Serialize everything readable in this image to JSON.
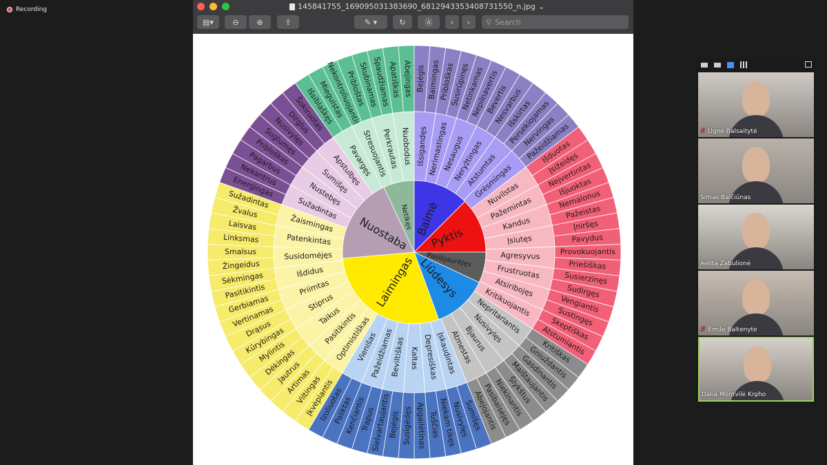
{
  "recording": {
    "label": "Recording"
  },
  "viewer": {
    "filename": "145841755_169095031383690_6812943353408731550_n.jpg",
    "search_placeholder": "Search"
  },
  "wheel": {
    "core": [
      {
        "label": "Baimė",
        "color": "#3d35e6"
      },
      {
        "label": "Pyktis",
        "color": "#ee1111"
      },
      {
        "label": "Pasibjaurėjęs",
        "color": "#5c5c5c"
      },
      {
        "label": "Liūdesys",
        "color": "#1d8ae6"
      },
      {
        "label": "Laimingas",
        "color": "#ffea00"
      },
      {
        "label": "Nuostaba",
        "color": "#b59db4"
      },
      {
        "label": "Netikęs",
        "color": "#8fb89b"
      }
    ],
    "middle": [
      {
        "label": "Išsigandęs",
        "color": "#a89cf5"
      },
      {
        "label": "Nerimastingas",
        "color": "#a89cf5"
      },
      {
        "label": "Nesaugus",
        "color": "#a89cf5"
      },
      {
        "label": "Neryžtingas",
        "color": "#a89cf5"
      },
      {
        "label": "Atstumtas",
        "color": "#a89cf5"
      },
      {
        "label": "Grėsmingas",
        "color": "#a89cf5"
      },
      {
        "label": "Nuvilstas",
        "color": "#f7b8c2"
      },
      {
        "label": "Pažemintas",
        "color": "#f7b8c2"
      },
      {
        "label": "Kandus",
        "color": "#f7b8c2"
      },
      {
        "label": "Įsiutęs",
        "color": "#f7b8c2"
      },
      {
        "label": "Agresyvus",
        "color": "#f7b8c2"
      },
      {
        "label": "Frustruotas",
        "color": "#f7b8c2"
      },
      {
        "label": "Atsiribojęs",
        "color": "#f7b8c2"
      },
      {
        "label": "Kritikuojantis",
        "color": "#f7b8c2"
      },
      {
        "label": "Nepritariantis",
        "color": "#c4c4c4"
      },
      {
        "label": "Nusivylęs",
        "color": "#c4c4c4"
      },
      {
        "label": "Bjaurus",
        "color": "#c4c4c4"
      },
      {
        "label": "Atmestas",
        "color": "#c4c4c4"
      },
      {
        "label": "Įskaudintas",
        "color": "#b8d4f2"
      },
      {
        "label": "Depresiškas",
        "color": "#b8d4f2"
      },
      {
        "label": "Kaltas",
        "color": "#b8d4f2"
      },
      {
        "label": "Beviltiškas",
        "color": "#b8d4f2"
      },
      {
        "label": "Pažeidžiamas",
        "color": "#b8d4f2"
      },
      {
        "label": "Vienišas",
        "color": "#b8d4f2"
      },
      {
        "label": "Optimistiškas",
        "color": "#fbf3a6"
      },
      {
        "label": "Pasitikintis",
        "color": "#fbf3a6"
      },
      {
        "label": "Taikus",
        "color": "#fbf3a6"
      },
      {
        "label": "Stiprus",
        "color": "#fbf3a6"
      },
      {
        "label": "Priimtas",
        "color": "#fbf3a6"
      },
      {
        "label": "Išdidus",
        "color": "#fbf3a6"
      },
      {
        "label": "Susidomėjęs",
        "color": "#fbf3a6"
      },
      {
        "label": "Patenkintas",
        "color": "#fbf3a6"
      },
      {
        "label": "Žaismingas",
        "color": "#fbf3a6"
      },
      {
        "label": "Sužadintas",
        "color": "#e8cce6"
      },
      {
        "label": "Nustebęs",
        "color": "#e8cce6"
      },
      {
        "label": "Sumišęs",
        "color": "#e8cce6"
      },
      {
        "label": "Apstulbęs",
        "color": "#e8cce6"
      },
      {
        "label": "Pavargęs",
        "color": "#c6ead6"
      },
      {
        "label": "Stresuojantis",
        "color": "#c6ead6"
      },
      {
        "label": "Perkrautas",
        "color": "#c6ead6"
      },
      {
        "label": "Nuobodus",
        "color": "#c6ead6"
      }
    ],
    "outer": [
      {
        "label": "Bejėgis",
        "color": "#8c80c4"
      },
      {
        "label": "Baimingas",
        "color": "#8c80c4"
      },
      {
        "label": "Pribloškas",
        "color": "#8c80c4"
      },
      {
        "label": "Susirūpinęs",
        "color": "#8c80c4"
      },
      {
        "label": "Netinkamas",
        "color": "#8c80c4"
      },
      {
        "label": "Nepilnavertis",
        "color": "#8c80c4"
      },
      {
        "label": "Bevertis",
        "color": "#8c80c4"
      },
      {
        "label": "Nesvarbus",
        "color": "#8c80c4"
      },
      {
        "label": "Išskirtas",
        "color": "#8c80c4"
      },
      {
        "label": "Persekiojamas",
        "color": "#8c80c4"
      },
      {
        "label": "Nervingas",
        "color": "#8c80c4"
      },
      {
        "label": "Pažeidžiamas",
        "color": "#8c80c4"
      },
      {
        "label": "Išduotas",
        "color": "#f26077"
      },
      {
        "label": "Įsižeidęs",
        "color": "#f26077"
      },
      {
        "label": "Neįvertintas",
        "color": "#f26077"
      },
      {
        "label": "Išjuoktas",
        "color": "#f26077"
      },
      {
        "label": "Nemalonus",
        "color": "#f26077"
      },
      {
        "label": "Pažeistas",
        "color": "#f26077"
      },
      {
        "label": "Įniršęs",
        "color": "#f26077"
      },
      {
        "label": "Pavydus",
        "color": "#f26077"
      },
      {
        "label": "Provokuojantis",
        "color": "#f26077"
      },
      {
        "label": "Priešiškas",
        "color": "#f26077"
      },
      {
        "label": "Susierzinęs",
        "color": "#f26077"
      },
      {
        "label": "Sudirgęs",
        "color": "#f26077"
      },
      {
        "label": "Vengiantis",
        "color": "#f26077"
      },
      {
        "label": "Sustingęs",
        "color": "#f26077"
      },
      {
        "label": "Skeptiškas",
        "color": "#f26077"
      },
      {
        "label": "Atstumiantis",
        "color": "#f26077"
      },
      {
        "label": "Kritiškas",
        "color": "#8c8c8c"
      },
      {
        "label": "Gniuždantis",
        "color": "#8c8c8c"
      },
      {
        "label": "Gasdinantis",
        "color": "#8c8c8c"
      },
      {
        "label": "Maištaujantis",
        "color": "#8c8c8c"
      },
      {
        "label": "Šlykštus",
        "color": "#8c8c8c"
      },
      {
        "label": "Niekinantis",
        "color": "#8c8c8c"
      },
      {
        "label": "Pasibaisėjęs",
        "color": "#8c8c8c"
      },
      {
        "label": "Abejojantis",
        "color": "#8c8c8c"
      },
      {
        "label": "Sumišęs",
        "color": "#4a73c0"
      },
      {
        "label": "Nusivylęs",
        "color": "#4a73c0"
      },
      {
        "label": "Niekam tikęs",
        "color": "#4a73c0"
      },
      {
        "label": "Tuščias",
        "color": "#4a73c0"
      },
      {
        "label": "Apgailėtinas",
        "color": "#4a73c0"
      },
      {
        "label": "Susigėdęs",
        "color": "#4a73c0"
      },
      {
        "label": "Bejėgis",
        "color": "#4a73c0"
      },
      {
        "label": "Sielvartaujantis",
        "color": "#4a73c0"
      },
      {
        "label": "Trapus",
        "color": "#4a73c0"
      },
      {
        "label": "Kenčiantis",
        "color": "#4a73c0"
      },
      {
        "label": "Paliktas",
        "color": "#4a73c0"
      },
      {
        "label": "Izoliuotas",
        "color": "#4a73c0"
      },
      {
        "label": "Įkvėpiantis",
        "color": "#f6eb6a"
      },
      {
        "label": "Viltingas",
        "color": "#f6eb6a"
      },
      {
        "label": "Artimas",
        "color": "#f6eb6a"
      },
      {
        "label": "Jautrus",
        "color": "#f6eb6a"
      },
      {
        "label": "Dėkingas",
        "color": "#f6eb6a"
      },
      {
        "label": "Mylintis",
        "color": "#f6eb6a"
      },
      {
        "label": "Kūrybingas",
        "color": "#f6eb6a"
      },
      {
        "label": "Drąsus",
        "color": "#f6eb6a"
      },
      {
        "label": "Vertinamas",
        "color": "#f6eb6a"
      },
      {
        "label": "Gerbiamas",
        "color": "#f6eb6a"
      },
      {
        "label": "Pasitikintis",
        "color": "#f6eb6a"
      },
      {
        "label": "Sėkmingas",
        "color": "#f6eb6a"
      },
      {
        "label": "Žingeidus",
        "color": "#f6eb6a"
      },
      {
        "label": "Smalsus",
        "color": "#f6eb6a"
      },
      {
        "label": "Linksmas",
        "color": "#f6eb6a"
      },
      {
        "label": "Laisvas",
        "color": "#f6eb6a"
      },
      {
        "label": "Žvalus",
        "color": "#f6eb6a"
      },
      {
        "label": "Sužadintas",
        "color": "#f6eb6a"
      },
      {
        "label": "Energingas",
        "color": "#7a4f94"
      },
      {
        "label": "Nekantrus",
        "color": "#7a4f94"
      },
      {
        "label": "Pagarbus",
        "color": "#7a4f94"
      },
      {
        "label": "Pribloškas",
        "color": "#7a4f94"
      },
      {
        "label": "Suglumęs",
        "color": "#7a4f94"
      },
      {
        "label": "Nusivylęs",
        "color": "#7a4f94"
      },
      {
        "label": "Dirglus",
        "color": "#7a4f94"
      },
      {
        "label": "Šokiruotas",
        "color": "#7a4f94"
      },
      {
        "label": "Išsiblaškęs",
        "color": "#5cbf94"
      },
      {
        "label": "Mieguistas",
        "color": "#5cbf94"
      },
      {
        "label": "Nekontroliuojantis",
        "color": "#5cbf94"
      },
      {
        "label": "Pribloštas",
        "color": "#5cbf94"
      },
      {
        "label": "Skubinamas",
        "color": "#5cbf94"
      },
      {
        "label": "Spaudžiamas",
        "color": "#5cbf94"
      },
      {
        "label": "Apatiškas",
        "color": "#5cbf94"
      },
      {
        "label": "Abejingas",
        "color": "#5cbf94"
      }
    ]
  },
  "participants": [
    {
      "name": "Ugnė Balsaitytė",
      "muted": true,
      "bg": "#cfcac6"
    },
    {
      "name": "Simas Balčiūnas",
      "muted": false,
      "bg": "#b9b2aa"
    },
    {
      "name": "Aelita Zabulionė",
      "muted": false,
      "bg": "#d9d6cf"
    },
    {
      "name": "Emile Baltenyte",
      "muted": true,
      "bg": "#c7bcb1"
    },
    {
      "name": "Dalia Montvilė Kroho",
      "muted": false,
      "bg": "#d4cfc8"
    }
  ]
}
